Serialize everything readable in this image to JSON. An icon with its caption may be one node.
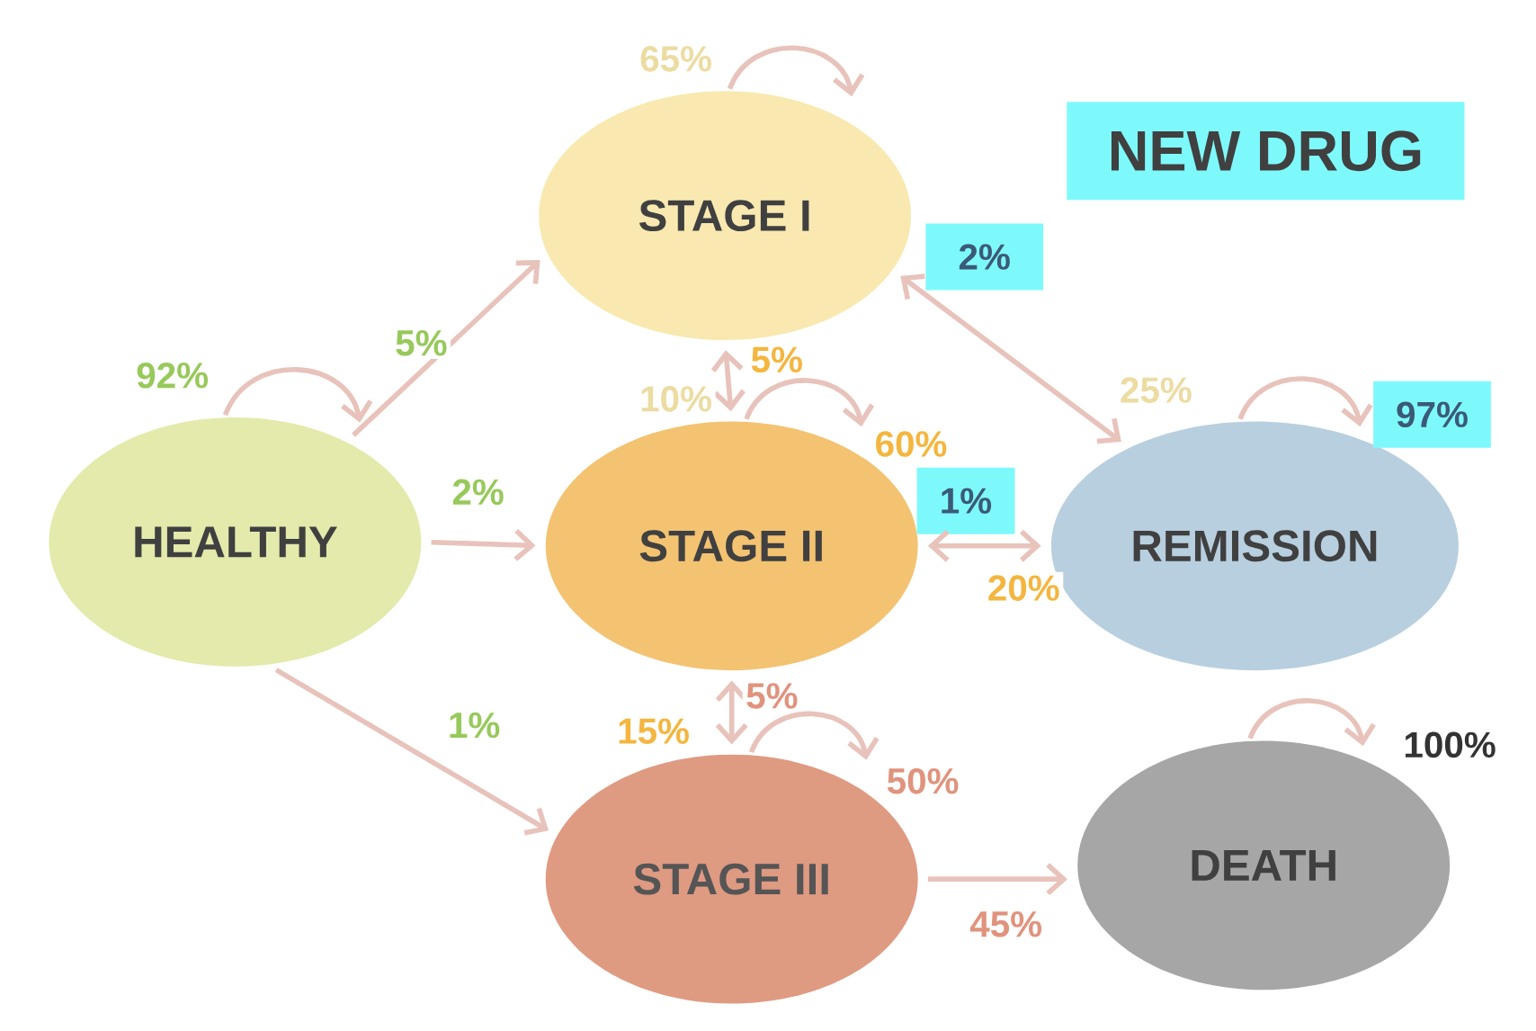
{
  "diagram": {
    "nodes": [
      {
        "text": [
          "HEALTHY"
        ]
      },
      {
        "text": [
          "STAGE I"
        ]
      },
      {
        "text": [
          "STAGE II"
        ]
      },
      {
        "text": [
          "REMISSION"
        ]
      },
      {
        "text": [
          "STAGE III"
        ]
      },
      {
        "text": [
          "DEATH"
        ]
      },
      {
        "text": [
          "NEW DRUG"
        ]
      },
      {
        "text": [
          "2%"
        ]
      },
      {
        "text": [
          "1%"
        ]
      },
      {
        "text": [
          "97%"
        ]
      }
    ],
    "edges": [
      {
        "from": 0,
        "to": 0,
        "arrow": "to",
        "label": "92%"
      },
      {
        "from": 0,
        "to": 1,
        "arrow": "to",
        "label": "5%"
      },
      {
        "from": 0,
        "to": 2,
        "arrow": "to",
        "label": "2%"
      },
      {
        "from": 0,
        "to": 4,
        "arrow": "to",
        "label": "1%"
      },
      {
        "from": 1,
        "to": 1,
        "arrow": "to",
        "label": "65%"
      },
      {
        "from": 1,
        "to": 2,
        "arrow": "both"
      },
      {
        "from": 1,
        "to": 3,
        "arrow": "both"
      },
      {
        "from": 2,
        "to": 2,
        "arrow": "to",
        "label": "60%"
      },
      {
        "from": 2,
        "to": 3,
        "arrow": "both"
      },
      {
        "from": 2,
        "to": 4,
        "arrow": "both"
      },
      {
        "from": 4,
        "to": 4,
        "arrow": "to",
        "label": "50%"
      },
      {
        "from": 4,
        "to": 5,
        "arrow": "to",
        "label": "45%"
      },
      {
        "from": 3,
        "to": 3,
        "arrow": "to"
      },
      {
        "from": 5,
        "to": 5,
        "arrow": "to",
        "label": "100%"
      }
    ],
    "labels": [
      "5%",
      "25%",
      "10%",
      "20%",
      "5%",
      "15%"
    ]
  }
}
